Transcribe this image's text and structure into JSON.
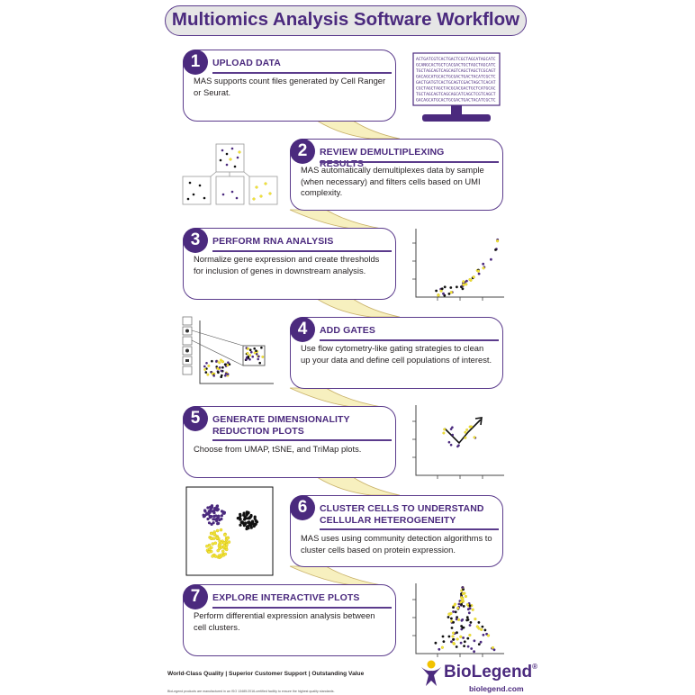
{
  "title": "Multiomics Analysis Software Workflow",
  "steps": [
    {
      "num": "1",
      "heading": "UPLOAD DATA",
      "desc": "MAS supports count files generated by Cell Ranger or Seurat."
    },
    {
      "num": "2",
      "heading": "REVIEW DEMULTIPLEXING RESULTS",
      "desc": "MAS automatically demultiplexes data by sample (when necessary) and filters cells based on UMI complexity."
    },
    {
      "num": "3",
      "heading": "PERFORM RNA ANALYSIS",
      "desc": "Normalize gene expression and create thresholds for inclusion of genes in downstream analysis."
    },
    {
      "num": "4",
      "heading": "ADD GATES",
      "desc": "Use flow cytometry-like gating strategies to clean up your data and define cell populations of interest."
    },
    {
      "num": "5",
      "heading": "GENERATE DIMENSIONALITY REDUCTION PLOTS",
      "desc": "Choose from UMAP, tSNE, and TriMap plots."
    },
    {
      "num": "6",
      "heading": "CLUSTER CELLS TO UNDERSTAND CELLULAR HETEROGENEITY",
      "desc": "MAS uses using community detection algorithms to cluster cells based on protein expression."
    },
    {
      "num": "7",
      "heading": "EXPLORE INTERACTIVE PLOTS",
      "desc": "Perform differential expression analysis between cell clusters."
    }
  ],
  "monitor_text": [
    "ACTGATCGTCACTGACTCGCTAGCATAGCATC",
    "GCANGCACTGCTCACGACTGCTAGCTAGCATC",
    "TGCTAGCAGTCAGCAGTCAGCTAGCTCGCAGT",
    "GACAGCATGCACTGCGACTGACTACATCGCTC",
    "GACTGATGTCACTGCAGTCGACTAGCTCACAT",
    "CGCTAGCTAGCTACGCACGACTGCTCATGCAC",
    "TGCTAGCAGTCAGCAGCATCAGCTCGTCAGCT",
    "GACAGCATGCACTGCGACTGACTACATCGCTC"
  ],
  "colors": {
    "purple": "#4b2a7e",
    "yellow": "#f2e53c",
    "black": "#111111",
    "connector": "#f7f0bf"
  },
  "icons": [
    "upload-monitor-icon",
    "gate-toolbar-icons"
  ],
  "footer": {
    "tagline": "World-Class Quality | Superior Customer Support | Outstanding Value",
    "fine": "BioLegend products are manufactured in an ISO 13485:2016-certified facility to ensure the highest quality standards.",
    "brand": "BioLegend",
    "brand_mark": "®",
    "url": "biolegend.com"
  }
}
